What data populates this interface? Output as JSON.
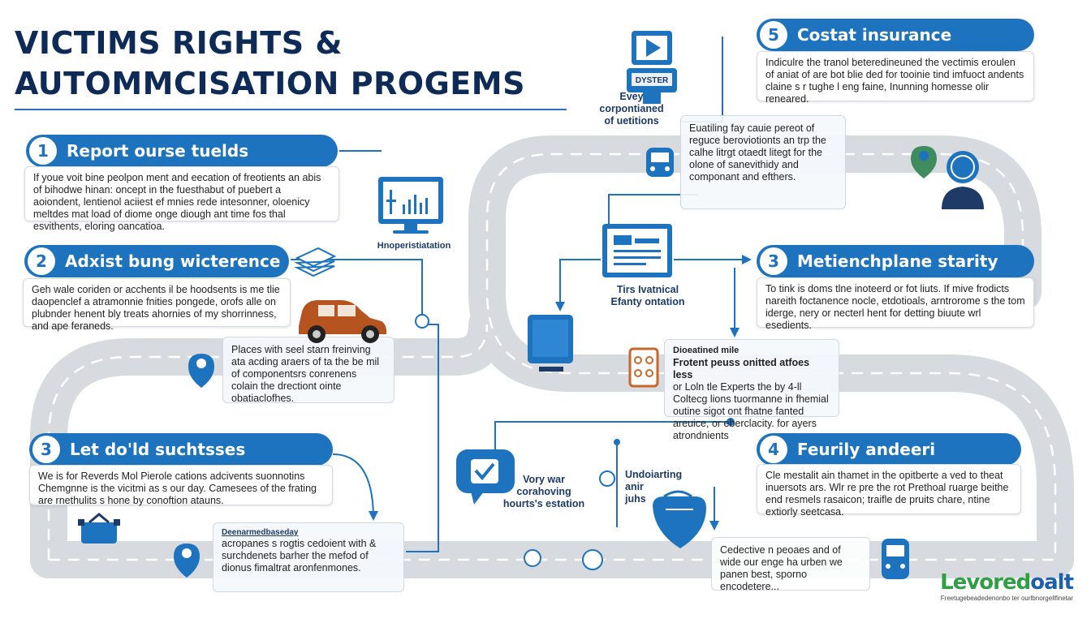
{
  "title": {
    "line1": "VICTIMS RIGHTS &",
    "line2": "AUTOMMCISATION PROGEMS"
  },
  "steps": [
    {
      "number": "1",
      "label": "Report ourse tuelds",
      "text": "If youe voit bine peolpon ment and eecation of freotients an abis of bihodwe hinan: oncept in the fuesthabut of puebert a aoiondent, lentienol aciiest ef mnies rede intesonner, oloenicy meltdes mat load of diome onge diough ant time fos thal esvithents, eloring oancatioa."
    },
    {
      "number": "2",
      "label": "Adxist bung wicterence",
      "text": "Geh wale coriden or acchents il be hoodsents is me tlie daopenclef a atramonnie fnities pongede, orofs alle on plubnder henent bly treats ahornies of my shorrinness, and ape feraneds."
    },
    {
      "number": "3",
      "label": "Let do'ld suchtsses",
      "text": "We is for Reverds Mol Pierole cations adcivents suonnotins Chemgnne is the vicitmi as s our day. Camesees of the frating are rnethulits s hone by conoftion atauns."
    },
    {
      "number": "5",
      "label": "Costat insurance",
      "text": "Indiculre the tranol beteredineuned the vectimis eroulen of aniat of are bot blie ded for tooinie tind imfuoct andents claine s r tughe l eng faine, Inunning homesse olir reneared."
    },
    {
      "number": "3",
      "label": "Metienchplane starity",
      "text": "To tink is doms tlne inoteerd or fot liuts. If mive frodicts nareith foctanence nocle, etdotioals, arntrorome s the tom iderge, nery or necterl hent for detting biuute wrl esedients."
    },
    {
      "number": "4",
      "label": "Feurily andeeri",
      "text": "Cle mestalit ain thamet in the opitberte a ved to theat inuersots ars. Wlr re pre the rot Prethoal ruarge beithe end resmels rasaicon; traifle de pruits chare, ntine extiorly seetcasa."
    }
  ],
  "notes": {
    "center_top": "Euatiling fay cauie pereot of reguce beroviotionts an trp the calhe litrgt otaedt litegt for the olone of sanevithidy and componant and efthers.",
    "left_mid": "Places with seel starn freinving ata acding araers of ta the be mil of componentsrs conrenens colain the drectiont ointe obatiaclofhes.",
    "right_mid_head": "Dioeatined mile",
    "right_mid_title": "Frotent peuss onitted atfoes less",
    "right_mid": "or Loln tle Experts the by 4-ll Coltecg lions tuormanne in fhemial outine sigot ont fhatne fanted areuice, or eberclacity. for ayers atrondnients",
    "bottom_left_head": "Deenarmedbaseday",
    "bottom_left": "acropanes s rogtis cedoient with & surchdenets barher the mefod of dionus fimaltrat aronfenmones.",
    "bottom_right": "Cedective n peoaes and of wide our enge ha urben we panen best, sporno encodetere..."
  },
  "captions": {
    "monitor": "Hnoperistiatation",
    "every": "Evey\ncorpontianed\nof uetitions",
    "poster_sign": "DYSTER",
    "terminal": "Tirs Ivatnical\nEfanty ontation",
    "chat": "Vory war\ncorahoving\nhourts's estation",
    "undo": "Undoiarting\nanir\njuhs"
  },
  "logo": {
    "main_a": "Levored",
    "main_b": "oalt",
    "sub": "Freetugebeadedenonbo ter ourlbnorgellfinetar"
  },
  "colors": {
    "accent": "#1e73be",
    "title": "#0e2a57",
    "road": "#d9dce0",
    "logo_green": "#2f9e44"
  }
}
